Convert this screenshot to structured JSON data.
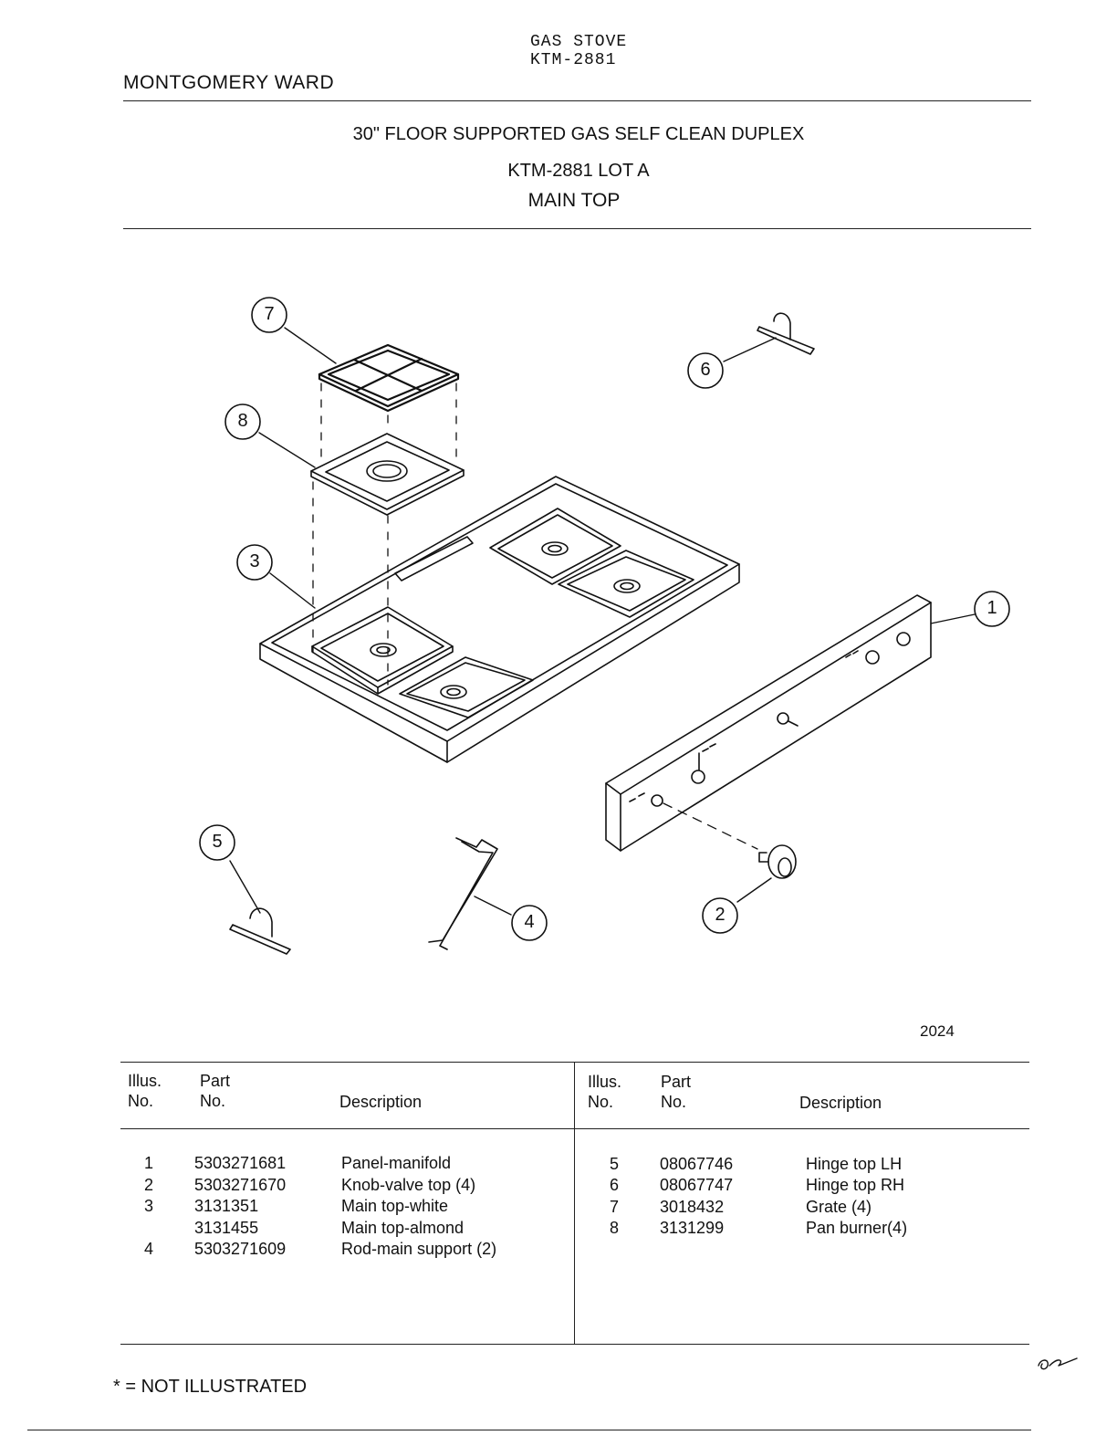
{
  "header": {
    "product_line1": "GAS STOVE",
    "product_line2": "KTM-2881",
    "brand": "MONTGOMERY WARD"
  },
  "title": {
    "line1": "30\" FLOOR SUPPORTED GAS SELF CLEAN DUPLEX",
    "line2": "KTM-2881 LOT A",
    "line3": "MAIN TOP"
  },
  "diagram": {
    "callouts": [
      "1",
      "2",
      "3",
      "4",
      "5",
      "6",
      "7",
      "8"
    ],
    "figure_number": "2024"
  },
  "table": {
    "headers": {
      "illus": [
        "Illus.",
        "No."
      ],
      "part": [
        "Part",
        "No."
      ],
      "description": "Description"
    },
    "left_rows": [
      {
        "illus": "1",
        "part": "5303271681",
        "desc": "Panel-manifold"
      },
      {
        "illus": "2",
        "part": "5303271670",
        "desc": "Knob-valve top (4)"
      },
      {
        "illus": "3",
        "part": "3131351",
        "desc": "Main top-white"
      },
      {
        "illus": "",
        "part": "3131455",
        "desc": "Main top-almond"
      },
      {
        "illus": "4",
        "part": "5303271609",
        "desc": "Rod-main support (2)"
      }
    ],
    "right_rows": [
      {
        "illus": "5",
        "part": "08067746",
        "desc": "Hinge top LH"
      },
      {
        "illus": "6",
        "part": "08067747",
        "desc": "Hinge top RH"
      },
      {
        "illus": "7",
        "part": "3018432",
        "desc": "Grate (4)"
      },
      {
        "illus": "8",
        "part": "3131299",
        "desc": "Pan burner(4)"
      }
    ]
  },
  "footnote": "* = NOT ILLUSTRATED"
}
